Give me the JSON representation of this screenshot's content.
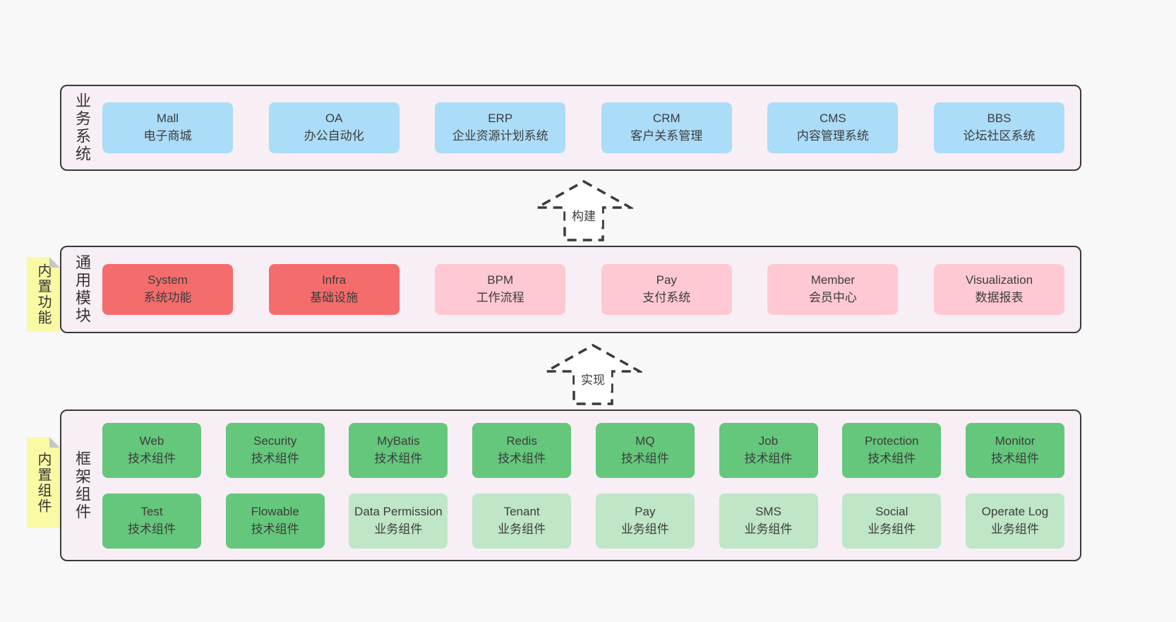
{
  "palette": {
    "page_bg": "#f8f8f8",
    "panel_bg": "#f8eef5",
    "panel_border": "#3a3a3a",
    "business_box": "#abdcf8",
    "core_module_box": "#f56c6c",
    "optional_module_box": "#fec9d2",
    "tech_component_box": "#64c77c",
    "biz_component_box": "#bfe6c6",
    "sticky_note": "#fafaa4",
    "text": "#3d3d3d"
  },
  "arrows": [
    {
      "label": "构建"
    },
    {
      "label": "实现"
    }
  ],
  "layers": [
    {
      "label": "业务系统",
      "boxes": [
        {
          "title": "Mall",
          "subtitle": "电子商城"
        },
        {
          "title": "OA",
          "subtitle": "办公自动化"
        },
        {
          "title": "ERP",
          "subtitle": "企业资源计划系统"
        },
        {
          "title": "CRM",
          "subtitle": "客户关系管理"
        },
        {
          "title": "CMS",
          "subtitle": "内容管理系统"
        },
        {
          "title": "BBS",
          "subtitle": "论坛社区系统"
        }
      ]
    },
    {
      "label": "通用模块",
      "note": "内置功能",
      "boxes": [
        {
          "title": "System",
          "subtitle": "系统功能"
        },
        {
          "title": "Infra",
          "subtitle": "基础设施"
        },
        {
          "title": "BPM",
          "subtitle": "工作流程"
        },
        {
          "title": "Pay",
          "subtitle": "支付系统"
        },
        {
          "title": "Member",
          "subtitle": "会员中心"
        },
        {
          "title": "Visualization",
          "subtitle": "数据报表"
        }
      ]
    },
    {
      "label": "框架组件",
      "note": "内置组件",
      "rows": [
        [
          {
            "title": "Web",
            "subtitle": "技术组件"
          },
          {
            "title": "Security",
            "subtitle": "技术组件"
          },
          {
            "title": "MyBatis",
            "subtitle": "技术组件"
          },
          {
            "title": "Redis",
            "subtitle": "技术组件"
          },
          {
            "title": "MQ",
            "subtitle": "技术组件"
          },
          {
            "title": "Job",
            "subtitle": "技术组件"
          },
          {
            "title": "Protection",
            "subtitle": "技术组件"
          },
          {
            "title": "Monitor",
            "subtitle": "技术组件"
          }
        ],
        [
          {
            "title": "Test",
            "subtitle": "技术组件"
          },
          {
            "title": "Flowable",
            "subtitle": "技术组件"
          },
          {
            "title": "Data Permission",
            "subtitle": "业务组件"
          },
          {
            "title": "Tenant",
            "subtitle": "业务组件"
          },
          {
            "title": "Pay",
            "subtitle": "业务组件"
          },
          {
            "title": "SMS",
            "subtitle": "业务组件"
          },
          {
            "title": "Social",
            "subtitle": "业务组件"
          },
          {
            "title": "Operate Log",
            "subtitle": "业务组件"
          }
        ]
      ]
    }
  ]
}
